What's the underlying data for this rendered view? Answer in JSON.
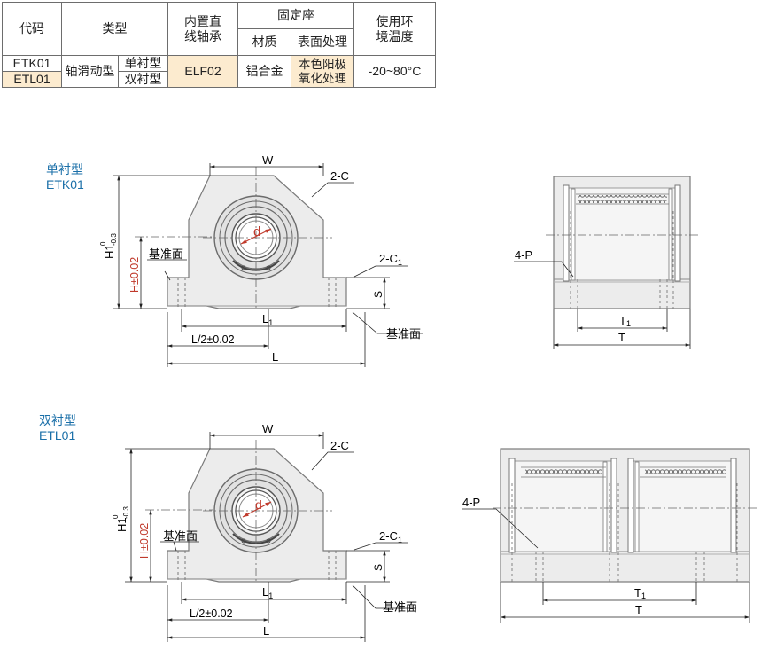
{
  "table": {
    "h_code": "代码",
    "h_type": "类型",
    "h_bearing": "内置直\n线轴承",
    "h_fixed_seat": "固定座",
    "h_material": "材质",
    "h_surface": "表面处理",
    "h_env_temp": "使用环\n境温度",
    "code_single": "ETK01",
    "code_double": "ETL01",
    "type_main": "轴滑动型",
    "type_single": "单衬型",
    "type_double": "双衬型",
    "bearing": "ELF02",
    "material": "铝合金",
    "surface": "本色阳极\n氧化处理",
    "temp": "-20~80°C"
  },
  "single": {
    "caption_type": "单衬型",
    "caption_code": "ETK01"
  },
  "double": {
    "caption_type": "双衬型",
    "caption_code": "ETL01"
  },
  "labels": {
    "W": "W",
    "C2": "2-C",
    "C1_main": "2-C",
    "C1_sub": "1",
    "d": "d",
    "H1": "H1",
    "H1_tol_top": "0",
    "H1_tol_bot": "-0.3",
    "H": "H±0.02",
    "datum": "基准面",
    "S": "S",
    "L1_main": "L",
    "L1_sub": "1",
    "Lhalf": "L/2±0.02",
    "L": "L",
    "P4": "4-P",
    "T1_main": "T",
    "T1_sub": "1",
    "T": "T"
  }
}
